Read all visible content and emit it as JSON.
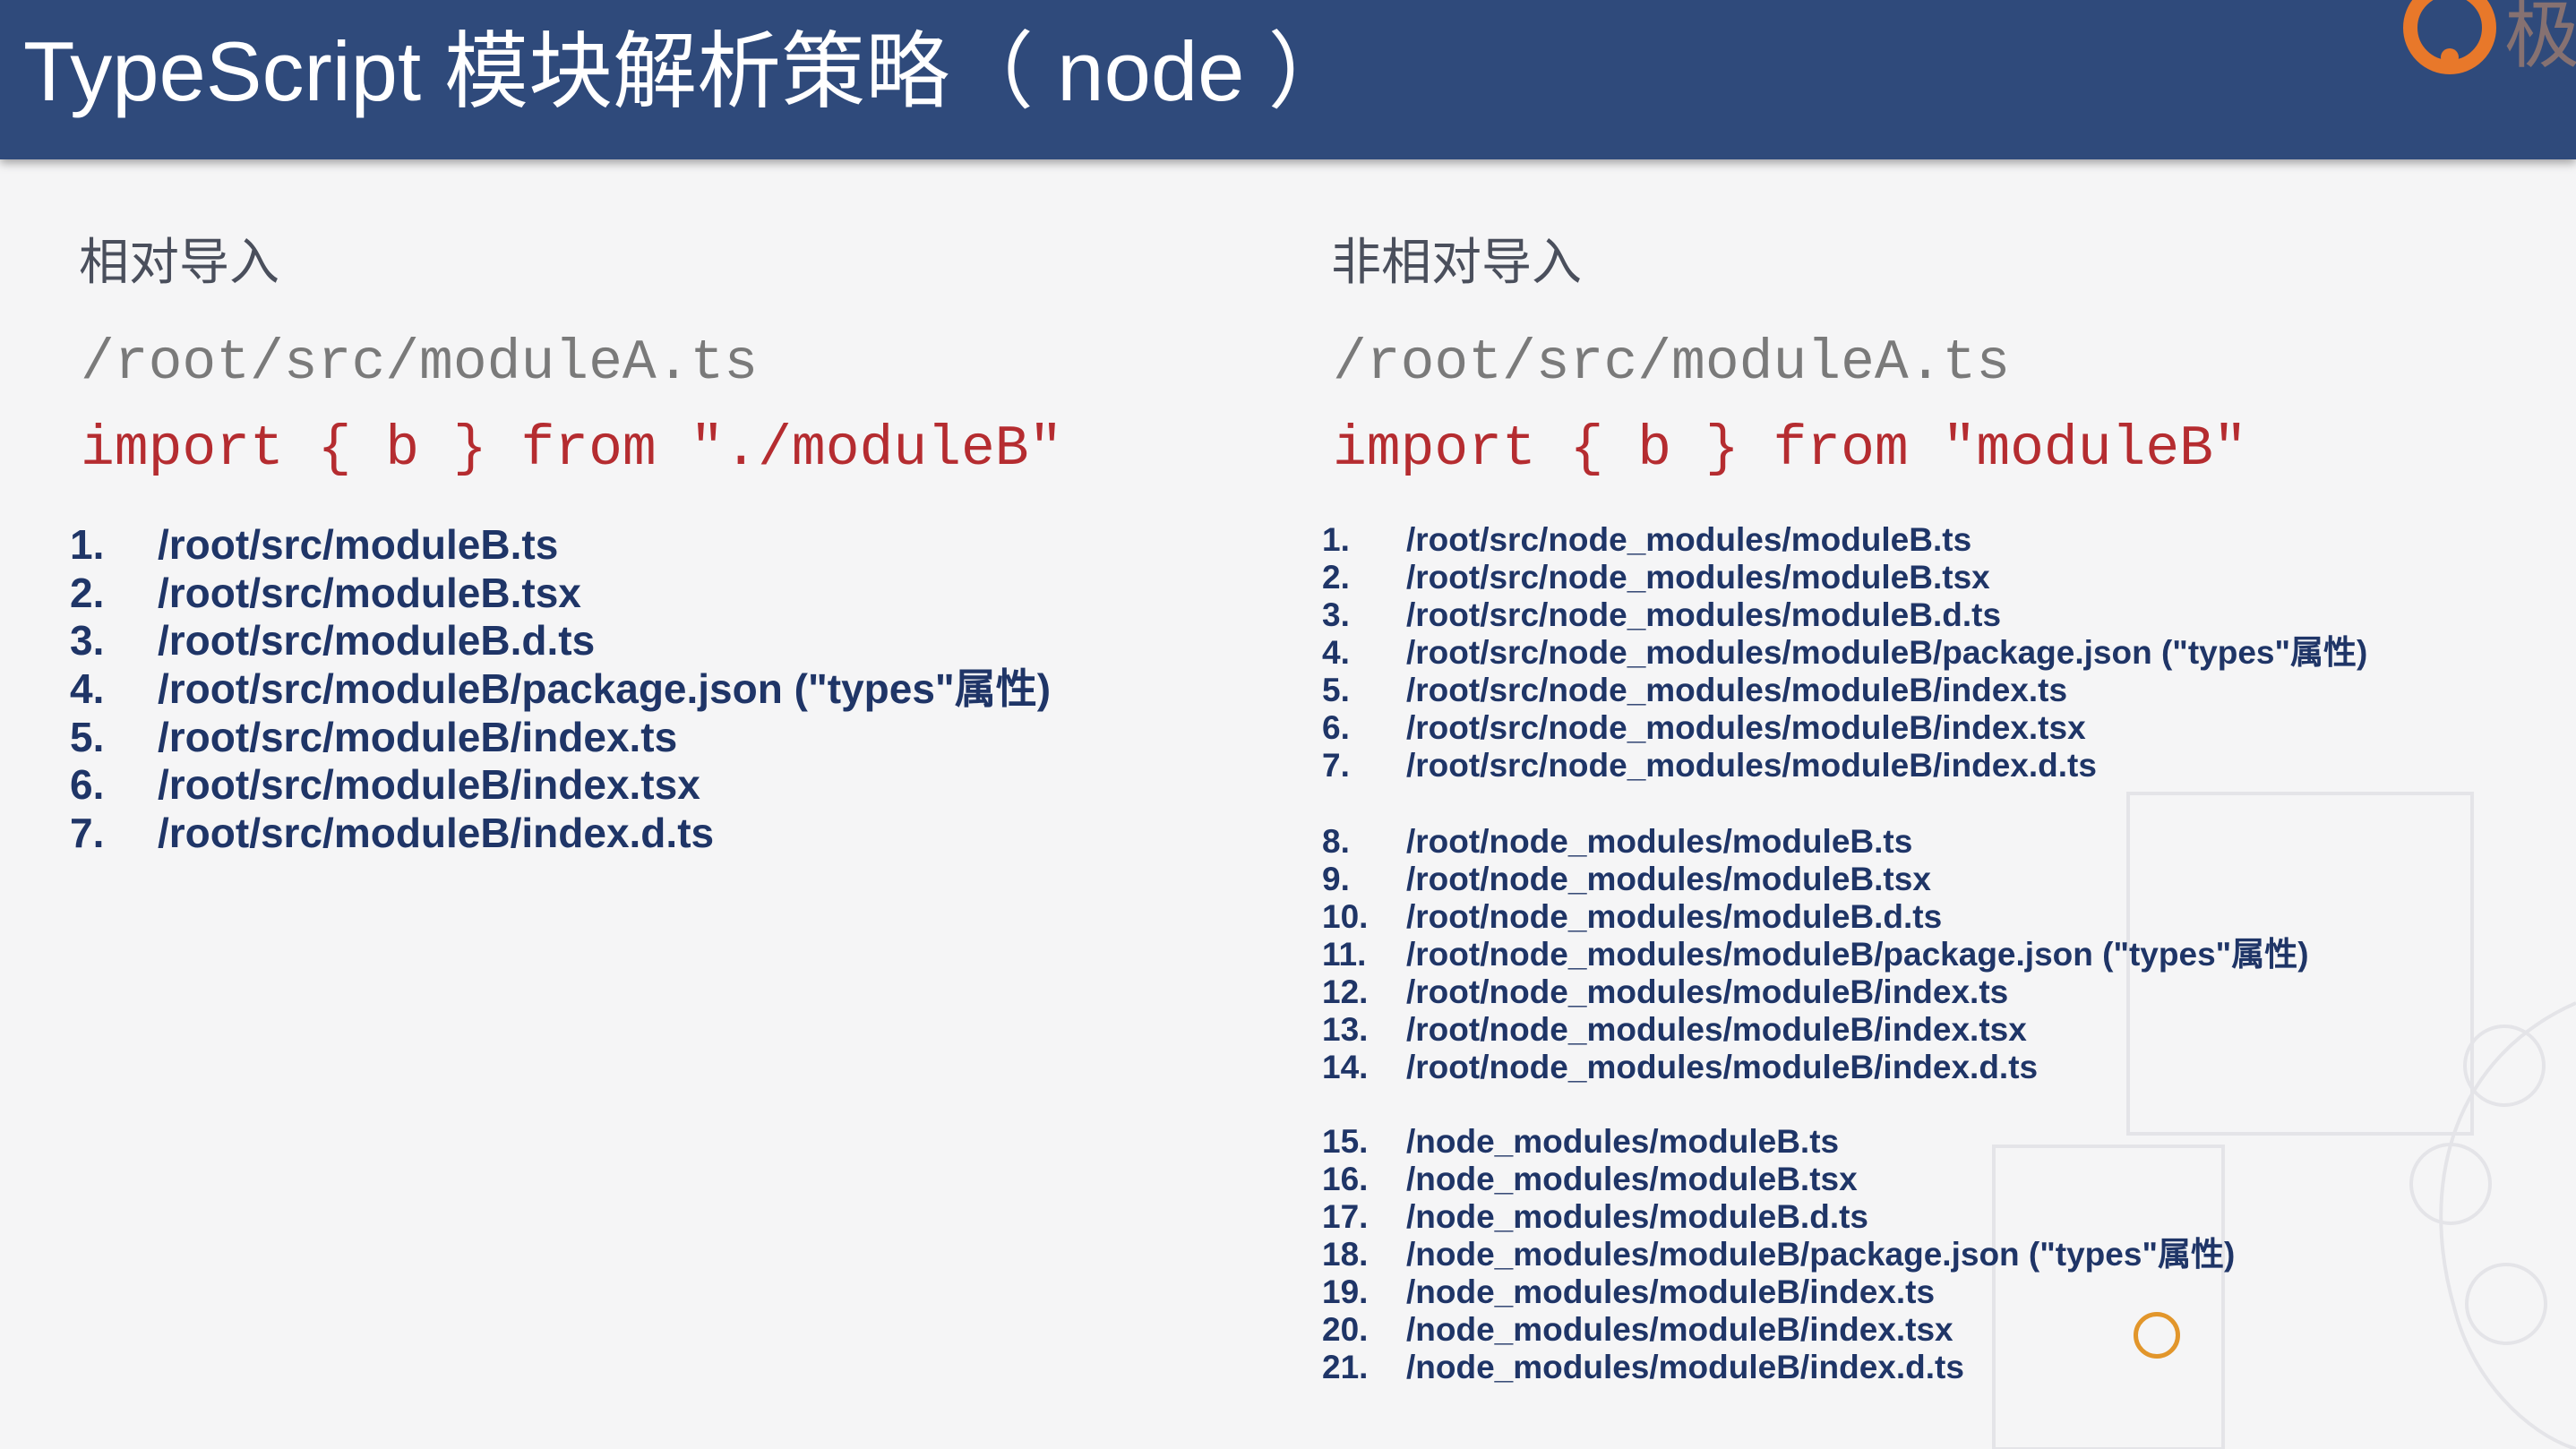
{
  "header": {
    "title": "TypeScript 模块解析策略（ node ）",
    "logo_text": "极"
  },
  "left": {
    "heading": "相对导入",
    "file_path": "/root/src/moduleA.ts",
    "import_statement": "import { b } from \"./moduleB\"",
    "items": [
      {
        "num": "1.",
        "text": "/root/src/moduleB.ts"
      },
      {
        "num": "2.",
        "text": "/root/src/moduleB.tsx"
      },
      {
        "num": "3.",
        "text": "/root/src/moduleB.d.ts"
      },
      {
        "num": "4.",
        "text": "/root/src/moduleB/package.json (\"types\"属性)"
      },
      {
        "num": "5.",
        "text": "/root/src/moduleB/index.ts"
      },
      {
        "num": "6.",
        "text": "/root/src/moduleB/index.tsx"
      },
      {
        "num": "7.",
        "text": "/root/src/moduleB/index.d.ts"
      }
    ]
  },
  "right": {
    "heading": "非相对导入",
    "file_path": "/root/src/moduleA.ts",
    "import_statement": "import { b } from \"moduleB\"",
    "groups": [
      [
        {
          "num": "1.",
          "text": "/root/src/node_modules/moduleB.ts"
        },
        {
          "num": "2.",
          "text": "/root/src/node_modules/moduleB.tsx"
        },
        {
          "num": "3.",
          "text": "/root/src/node_modules/moduleB.d.ts"
        },
        {
          "num": "4.",
          "text": "/root/src/node_modules/moduleB/package.json (\"types\"属性)"
        },
        {
          "num": "5.",
          "text": "/root/src/node_modules/moduleB/index.ts"
        },
        {
          "num": "6.",
          "text": "/root/src/node_modules/moduleB/index.tsx"
        },
        {
          "num": "7.",
          "text": "/root/src/node_modules/moduleB/index.d.ts"
        }
      ],
      [
        {
          "num": "8.",
          "text": "/root/node_modules/moduleB.ts"
        },
        {
          "num": "9.",
          "text": "/root/node_modules/moduleB.tsx"
        },
        {
          "num": "10.",
          "text": "/root/node_modules/moduleB.d.ts"
        },
        {
          "num": "11.",
          "text": "/root/node_modules/moduleB/package.json (\"types\"属性)"
        },
        {
          "num": "12.",
          "text": "/root/node_modules/moduleB/index.ts"
        },
        {
          "num": "13.",
          "text": "/root/node_modules/moduleB/index.tsx"
        },
        {
          "num": "14.",
          "text": "/root/node_modules/moduleB/index.d.ts"
        }
      ],
      [
        {
          "num": "15.",
          "text": "/node_modules/moduleB.ts"
        },
        {
          "num": "16.",
          "text": "/node_modules/moduleB.tsx"
        },
        {
          "num": "17.",
          "text": "/node_modules/moduleB.d.ts"
        },
        {
          "num": "18.",
          "text": "/node_modules/moduleB/package.json (\"types\"属性)"
        },
        {
          "num": "19.",
          "text": "/node_modules/moduleB/index.ts"
        },
        {
          "num": "20.",
          "text": "/node_modules/moduleB/index.tsx"
        },
        {
          "num": "21.",
          "text": "/node_modules/moduleB/index.d.ts"
        }
      ]
    ]
  },
  "colors": {
    "header_bg": "#2f4a7b",
    "list_text": "#1f3567",
    "import_text": "#b52c30",
    "path_text": "#7a7a7a",
    "accent_orange": "#e2962b"
  }
}
